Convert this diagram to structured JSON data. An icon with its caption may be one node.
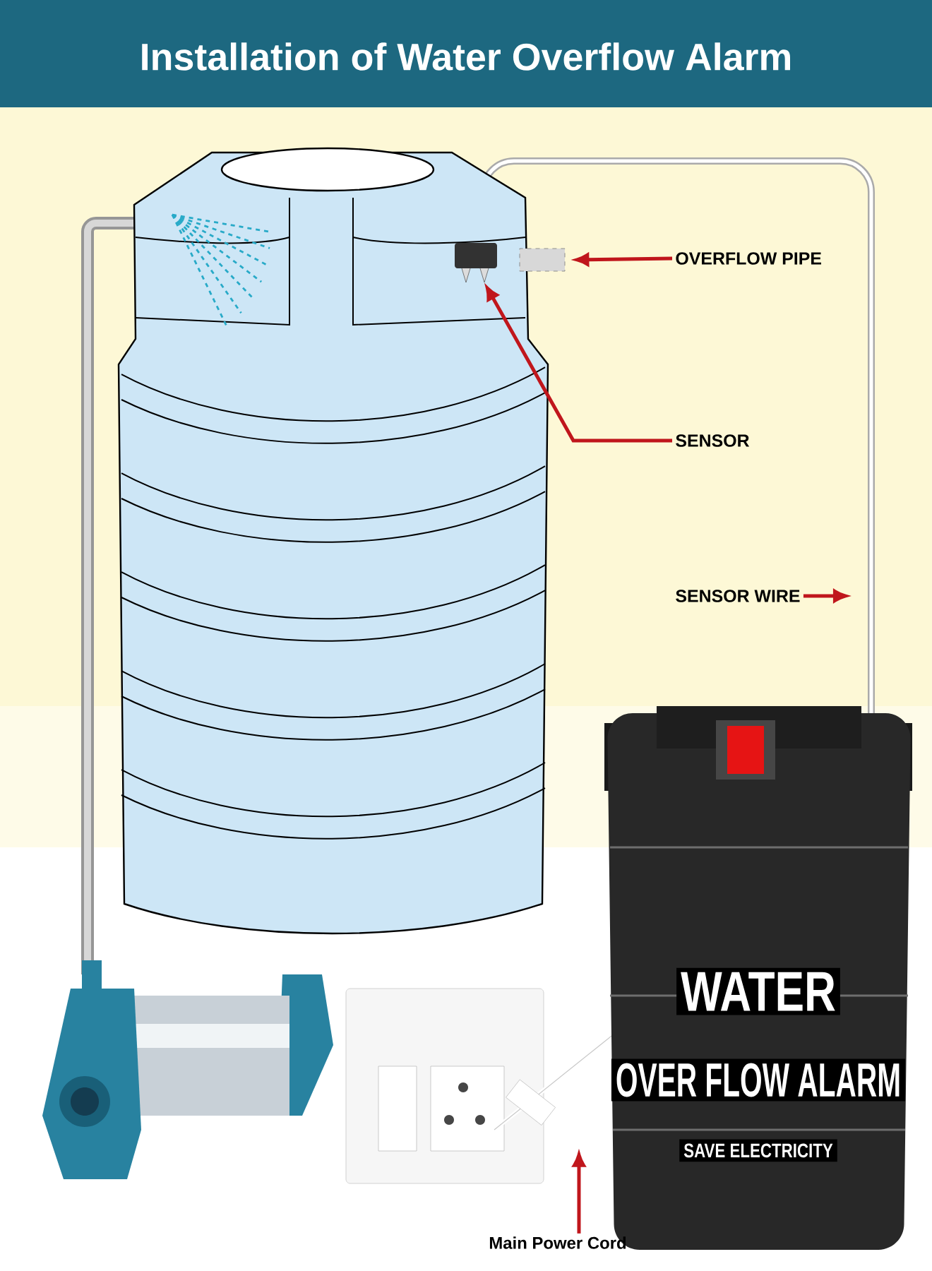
{
  "diagram": {
    "title": "Installation of Water Overflow Alarm",
    "nodes": [
      {
        "text": [],
        "shape": "box"
      },
      {
        "text": [],
        "shape": "box"
      },
      {
        "text": [
          "OVERFLOW PIPE"
        ]
      },
      {
        "text": [
          "SENSOR"
        ]
      },
      {
        "text": [
          "SENSOR WIRE"
        ]
      },
      {
        "text": [
          "WATER",
          "OVER FLOW ALARM",
          "SAVE ELECTRICITY"
        ]
      },
      {
        "text": [
          "Main Power Cord"
        ]
      }
    ],
    "edges": [
      {
        "from": 2,
        "to": 1,
        "arrow": "to",
        "color": "#c0161c"
      },
      {
        "from": 3,
        "to": 0,
        "arrow": "to",
        "color": "#c0161c"
      },
      {
        "from": 4,
        "to": null,
        "arrow": "to",
        "color": "#c0161c"
      },
      {
        "from": 6,
        "to": null,
        "arrow": "to",
        "color": "#c0161c"
      }
    ]
  }
}
